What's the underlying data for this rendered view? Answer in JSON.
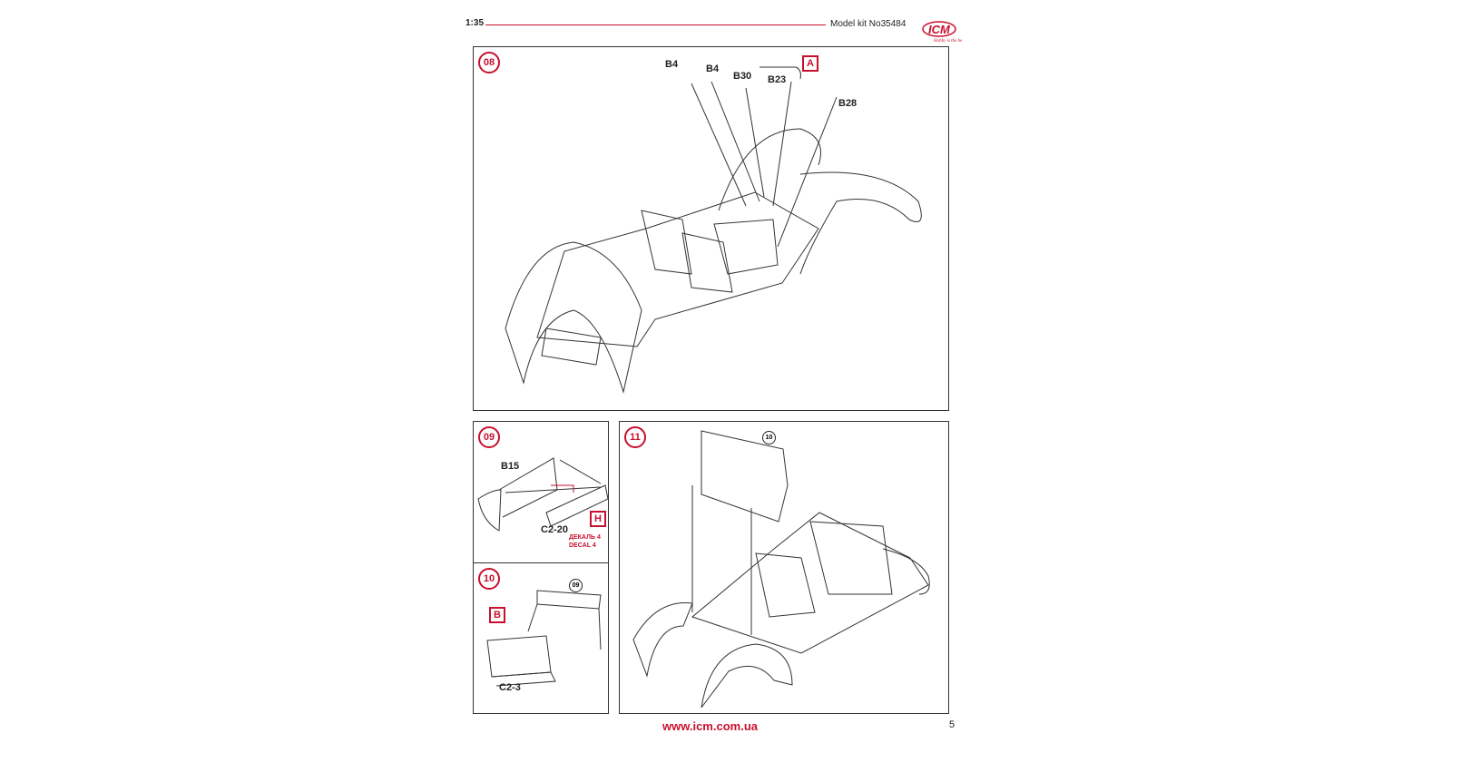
{
  "header": {
    "scale": "1:35",
    "model_kit": "Model kit No35484",
    "logo_text": "ICM",
    "logo_tagline": "Hobby is the best"
  },
  "steps": {
    "s08": {
      "number": "08",
      "parts": [
        "B4",
        "B4",
        "B30",
        "B23",
        "B28"
      ],
      "color_ref": "A"
    },
    "s09": {
      "number": "09",
      "parts": [
        "B15",
        "C2-20"
      ],
      "color_ref": "H",
      "decal_ru": "ДЕКАЛЬ 4",
      "decal_en": "DECAL 4"
    },
    "s10": {
      "number": "10",
      "parts": [
        "C2-3"
      ],
      "color_ref": "B",
      "subassembly_ref": "09"
    },
    "s11": {
      "number": "11",
      "subassembly_ref": "10"
    }
  },
  "footer": {
    "url": "www.icm.com.ua",
    "page": "5"
  },
  "colors": {
    "accent": "#c8102e"
  }
}
